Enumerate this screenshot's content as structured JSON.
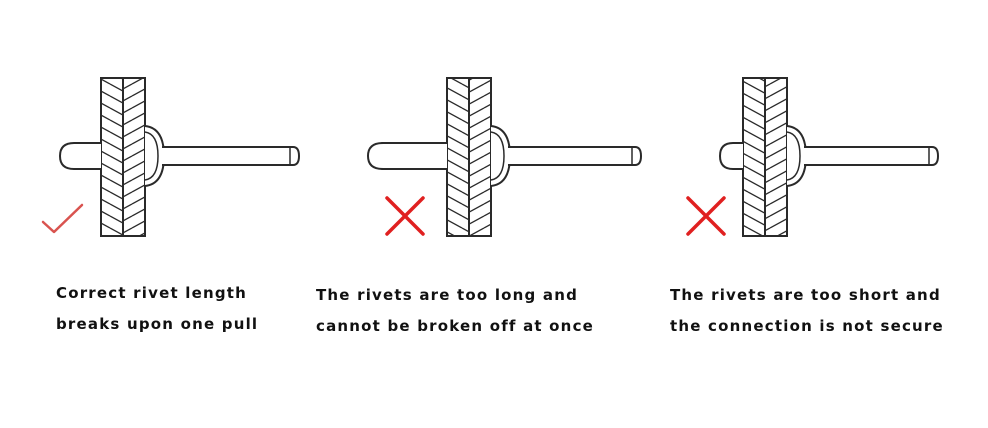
{
  "colors": {
    "line": "#2a2a2a",
    "correct": "#d9534f",
    "wrong": "#e02020"
  },
  "panels": [
    {
      "status": "correct",
      "icon": "check-icon",
      "caption": [
        "Correct rivet length",
        "breaks upon one pull"
      ]
    },
    {
      "status": "wrong",
      "icon": "cross-icon",
      "caption": [
        "The rivets are too long and",
        "cannot be broken off at once"
      ]
    },
    {
      "status": "wrong",
      "icon": "cross-icon",
      "caption": [
        "The rivets are too short and",
        "the connection is not secure"
      ]
    }
  ]
}
